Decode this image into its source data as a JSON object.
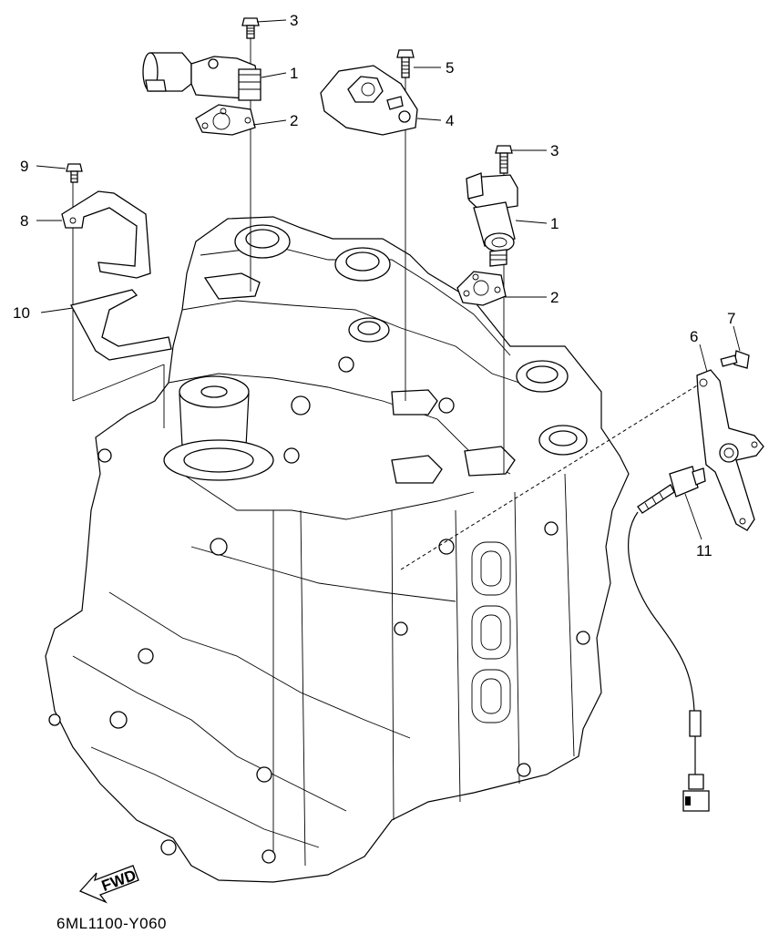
{
  "diagram": {
    "callouts": [
      {
        "id": "c3a",
        "label": "3"
      },
      {
        "id": "c1a",
        "label": "1"
      },
      {
        "id": "c2a",
        "label": "2"
      },
      {
        "id": "c5",
        "label": "5"
      },
      {
        "id": "c4",
        "label": "4"
      },
      {
        "id": "c3b",
        "label": "3"
      },
      {
        "id": "c1b",
        "label": "1"
      },
      {
        "id": "c2b",
        "label": "2"
      },
      {
        "id": "c9",
        "label": "9"
      },
      {
        "id": "c8",
        "label": "8"
      },
      {
        "id": "c10",
        "label": "10"
      },
      {
        "id": "c7",
        "label": "7"
      },
      {
        "id": "c6",
        "label": "6"
      },
      {
        "id": "c11",
        "label": "11"
      }
    ],
    "fwd_label": "FWD",
    "drawing_code": "6ML1100-Y060"
  }
}
